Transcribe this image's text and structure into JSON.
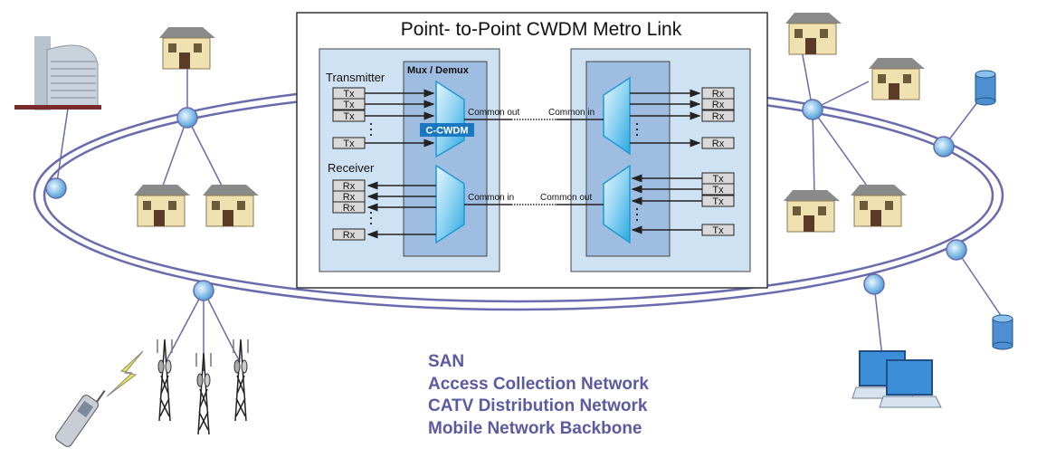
{
  "title": "Point- to-Point CWDM Metro Link",
  "left_terminal": {
    "mux_label": "Mux / Demux",
    "transmitter_label": "Transmitter",
    "receiver_label": "Receiver",
    "chip_label": "C-CWDM",
    "tx": [
      "Tx",
      "Tx",
      "Tx",
      "Tx"
    ],
    "rx": [
      "Rx",
      "Rx",
      "Rx",
      "Rx"
    ],
    "common_out": "Common out",
    "common_in": "Common in"
  },
  "right_terminal": {
    "rx": [
      "Rx",
      "Rx",
      "Rx",
      "Rx"
    ],
    "tx": [
      "Tx",
      "Tx",
      "Tx",
      "Tx"
    ],
    "common_in": "Common in",
    "common_out": "Common out"
  },
  "applications": [
    "SAN",
    "Access Collection Network",
    "CATV Distribution Network",
    "Mobile Network Backbone"
  ],
  "colors": {
    "ring": "#6a6aae",
    "node": "#5aa6dc",
    "panel": "#cfe2f3",
    "mux_panel": "#9fbde0",
    "mux": "#2aa8e0",
    "chip": "#1a78c2",
    "legend": "#5b5aa3"
  },
  "icons": [
    "office-building-icon",
    "house-icon",
    "network-node-icon",
    "database-icon",
    "laptop-icon",
    "cell-tower-icon",
    "mobile-phone-icon",
    "lightning-icon"
  ]
}
